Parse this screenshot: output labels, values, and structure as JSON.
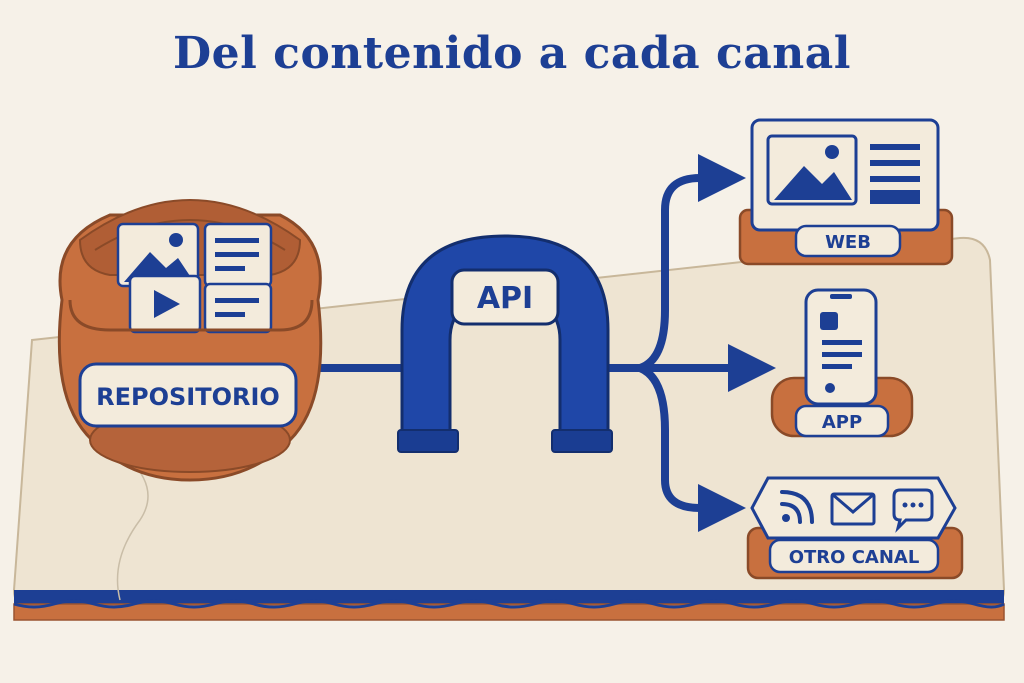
{
  "title": "Del contenido a cada canal",
  "nodes": {
    "repository": {
      "label": "REPOSITORIO"
    },
    "api": {
      "label": "API"
    },
    "web": {
      "label": "WEB"
    },
    "app": {
      "label": "APP"
    },
    "other": {
      "label": "OTRO CANAL"
    }
  },
  "colors": {
    "blue": "#1d3f94",
    "terracotta": "#c8703f",
    "cream": "#f3ebdc",
    "background": "#f6f1e8"
  },
  "icons": {
    "repository": [
      "image-icon",
      "document-icon",
      "video-play-icon",
      "document-icon"
    ],
    "web": [
      "image-icon",
      "text-lines-icon"
    ],
    "app": [
      "phone-icon"
    ],
    "other": [
      "rss-icon",
      "mail-icon",
      "chat-icon"
    ]
  }
}
